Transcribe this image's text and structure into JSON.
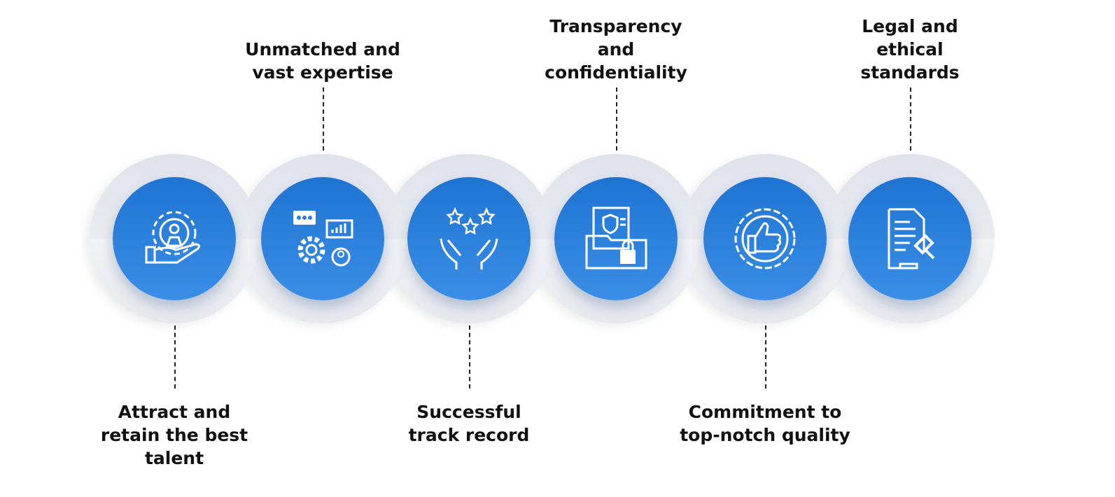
{
  "items": [
    {
      "label": "Attract and retain the best talent",
      "icon": "talent-gear-hand-icon",
      "position": "bottom"
    },
    {
      "label": "Unmatched and vast expertise",
      "icon": "gear-chat-chart-icon",
      "position": "top"
    },
    {
      "label": "Successful track record",
      "icon": "hands-stars-icon",
      "position": "bottom"
    },
    {
      "label": "Transparency and confidentiality",
      "icon": "folder-lock-shield-icon",
      "position": "top"
    },
    {
      "label": "Commitment to top-notch quality",
      "icon": "thumbs-up-badge-icon",
      "position": "bottom"
    },
    {
      "label": "Legal and ethical standards",
      "icon": "document-gavel-icon",
      "position": "top"
    }
  ],
  "colors": {
    "accent": "#2a80dc",
    "ring": "#e4e7ee",
    "text": "#111111"
  }
}
